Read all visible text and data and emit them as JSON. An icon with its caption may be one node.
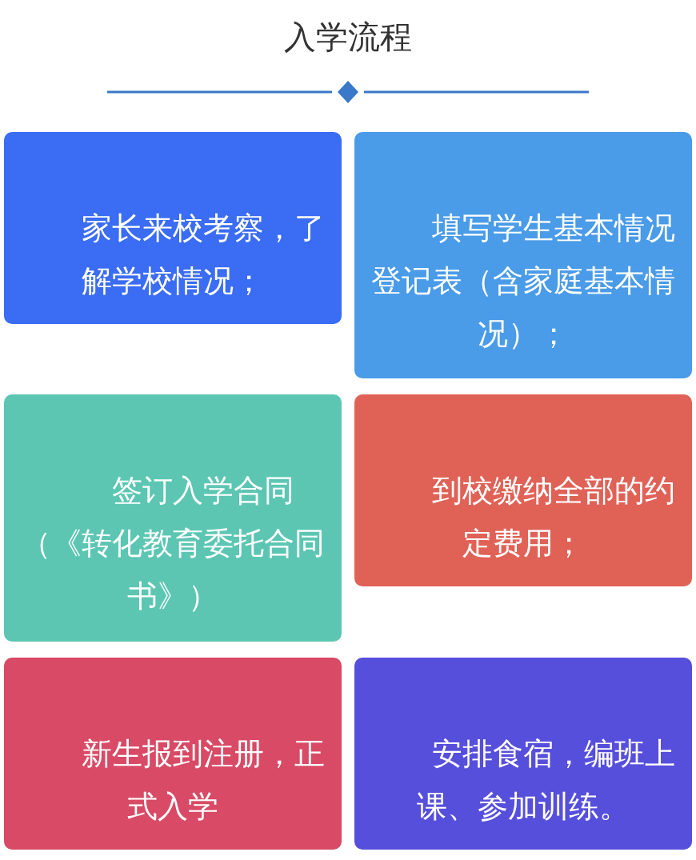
{
  "diagram": {
    "title": "入学流程",
    "nodes": [
      {
        "text": [
          "家长来校考察，了解学校情况；"
        ]
      },
      {
        "text": [
          "填写学生基本情况登记表（含家庭基本情况）；"
        ]
      },
      {
        "text": [
          "签订入学合同（《转化教育委托合同书》）"
        ]
      },
      {
        "text": [
          "到校缴纳全部的约定费用；"
        ]
      },
      {
        "text": [
          "新生报到注册，正式入学"
        ]
      },
      {
        "text": [
          "安排食宿，编班上课、参加训练。"
        ]
      }
    ]
  }
}
